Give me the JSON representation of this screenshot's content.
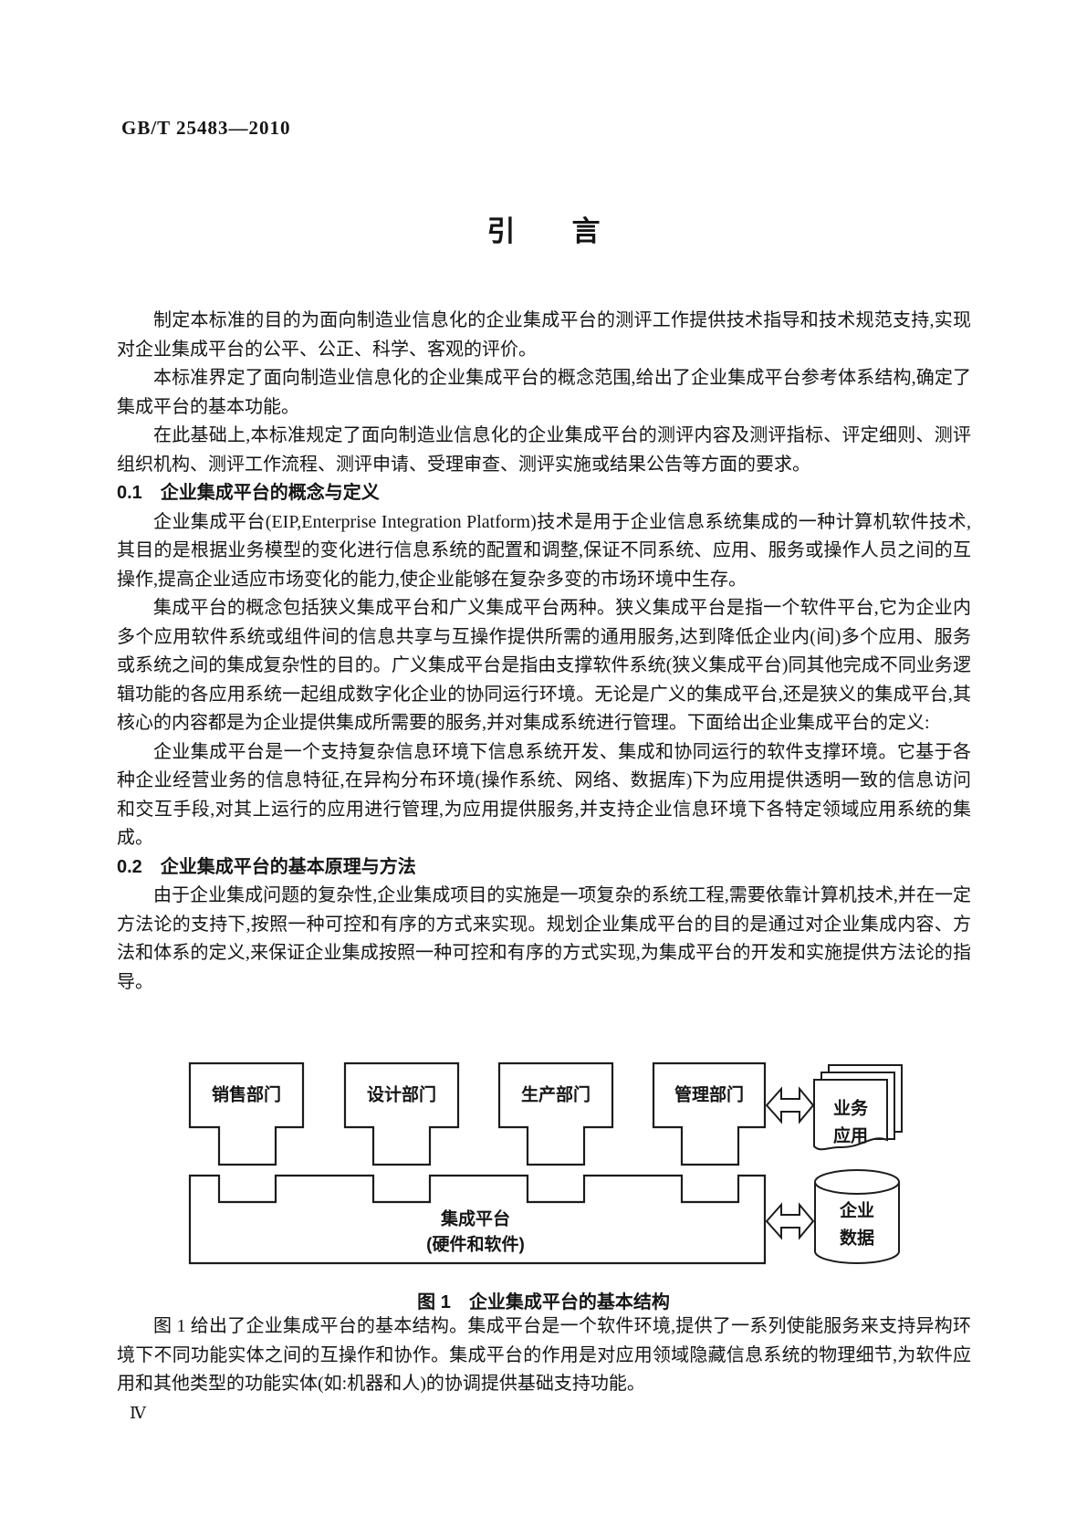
{
  "page": {
    "standard_code": "GB/T 25483—2010",
    "title": "引　　言",
    "page_number": "Ⅳ"
  },
  "content": {
    "p1": "制定本标准的目的为面向制造业信息化的企业集成平台的测评工作提供技术指导和技术规范支持,实现对企业集成平台的公平、公正、科学、客观的评价。",
    "p2": "本标准界定了面向制造业信息化的企业集成平台的概念范围,给出了企业集成平台参考体系结构,确定了集成平台的基本功能。",
    "p3": "在此基础上,本标准规定了面向制造业信息化的企业集成平台的测评内容及测评指标、评定细则、测评组织机构、测评工作流程、测评申请、受理审查、测评实施或结果公告等方面的要求。",
    "h1": "0.1　企业集成平台的概念与定义",
    "p4": "企业集成平台(EIP,Enterprise Integration Platform)技术是用于企业信息系统集成的一种计算机软件技术,其目的是根据业务模型的变化进行信息系统的配置和调整,保证不同系统、应用、服务或操作人员之间的互操作,提高企业适应市场变化的能力,使企业能够在复杂多变的市场环境中生存。",
    "p5": "集成平台的概念包括狭义集成平台和广义集成平台两种。狭义集成平台是指一个软件平台,它为企业内多个应用软件系统或组件间的信息共享与互操作提供所需的通用服务,达到降低企业内(间)多个应用、服务或系统之间的集成复杂性的目的。广义集成平台是指由支撑软件系统(狭义集成平台)同其他完成不同业务逻辑功能的各应用系统一起组成数字化企业的协同运行环境。无论是广义的集成平台,还是狭义的集成平台,其核心的内容都是为企业提供集成所需要的服务,并对集成系统进行管理。下面给出企业集成平台的定义:",
    "p6": "企业集成平台是一个支持复杂信息环境下信息系统开发、集成和协同运行的软件支撑环境。它基于各种企业经营业务的信息特征,在异构分布环境(操作系统、网络、数据库)下为应用提供透明一致的信息访问和交互手段,对其上运行的应用进行管理,为应用提供服务,并支持企业信息环境下各特定领域应用系统的集成。",
    "h2": "0.2　企业集成平台的基本原理与方法",
    "p7": "由于企业集成问题的复杂性,企业集成项目的实施是一项复杂的系统工程,需要依靠计算机技术,并在一定方法论的支持下,按照一种可控和有序的方式来实现。规划企业集成平台的目的是通过对企业集成内容、方法和体系的定义,来保证企业集成按照一种可控和有序的方式实现,为集成平台的开发和实施提供方法论的指导。",
    "p8": "图 1 给出了企业集成平台的基本结构。集成平台是一个软件环境,提供了一系列使能服务来支持异构环境下不同功能实体之间的互操作和协作。集成平台的作用是对应用领域隐藏信息系统的物理细节,为软件应用和其他类型的功能实体(如:机器和人)的协调提供基础支持功能。"
  },
  "figure": {
    "caption": "图 1　企业集成平台的基本结构",
    "departments": [
      "销售部门",
      "设计部门",
      "生产部门",
      "管理部门"
    ],
    "platform_line1": "集成平台",
    "platform_line2": "(硬件和软件)",
    "business_app_line1": "业务",
    "business_app_line2": "应用",
    "enterprise_data_line1": "企业",
    "enterprise_data_line2": "数据"
  }
}
